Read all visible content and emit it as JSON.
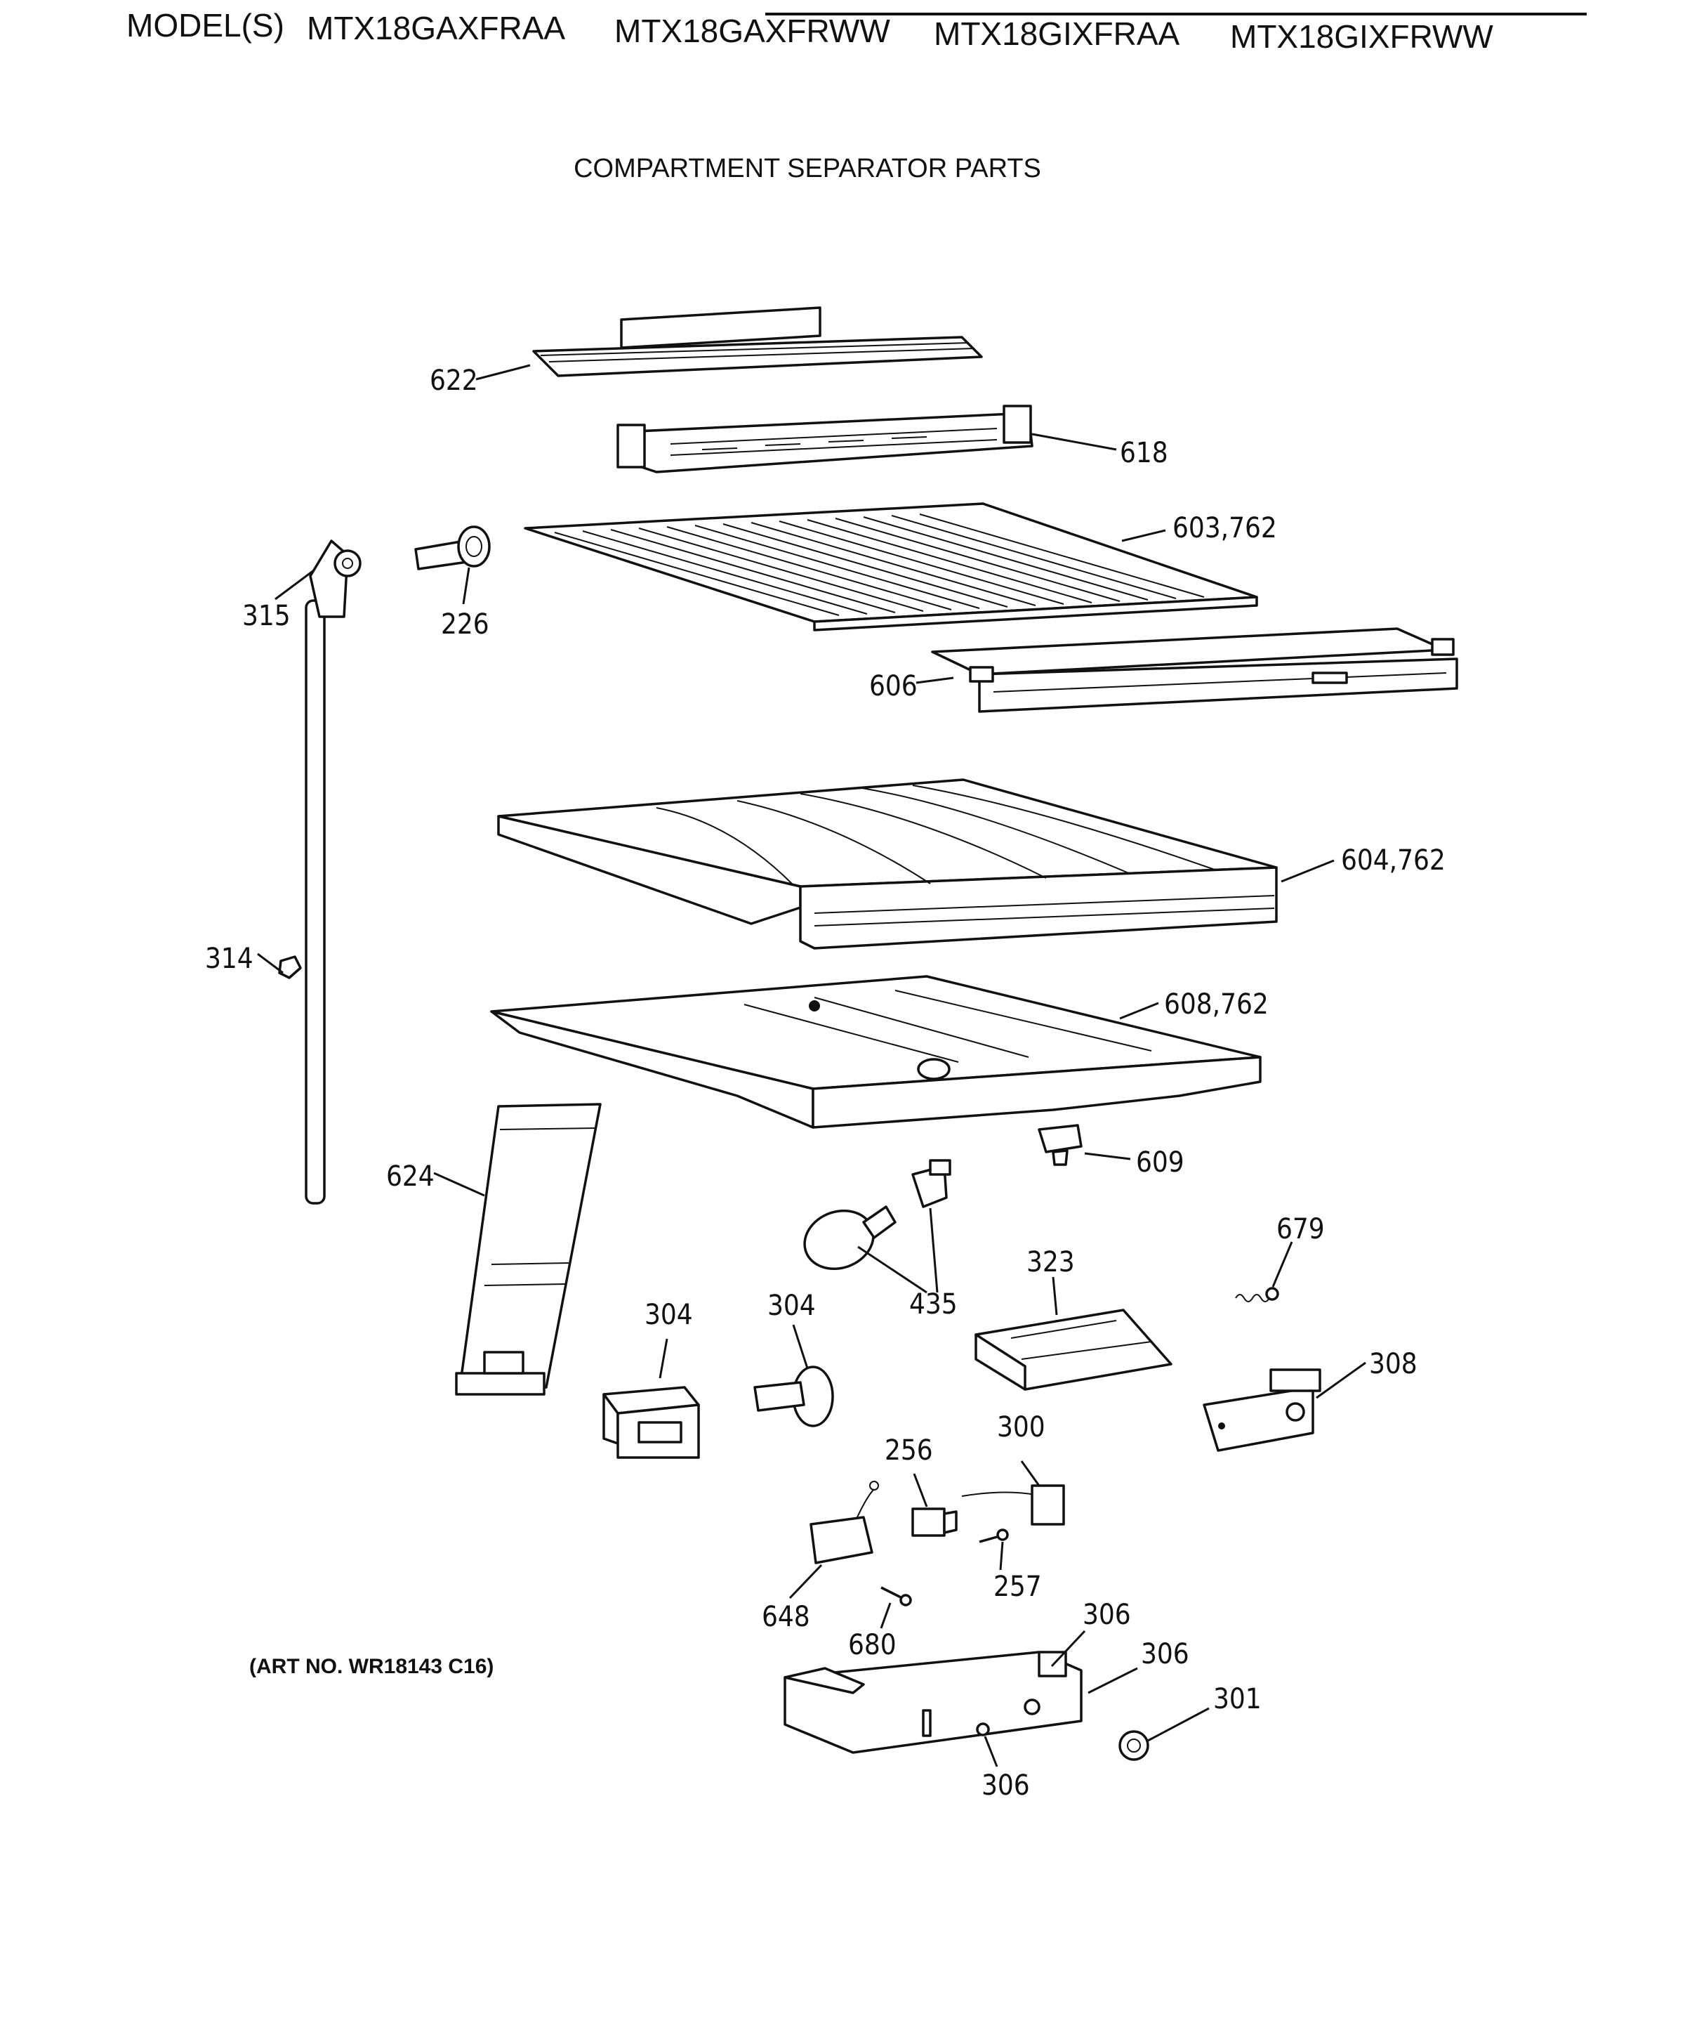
{
  "header": {
    "models_prefix": "MODEL(S)",
    "models": [
      "MTX18GAXFRAA",
      "MTX18GAXFRWW",
      "MTX18GIXFRAA",
      "MTX18GIXFRWW"
    ]
  },
  "title": "COMPARTMENT SEPARATOR PARTS",
  "art_number": "(ART NO. WR18143 C16)",
  "callouts": {
    "c622": "622",
    "c618": "618",
    "c603": "603,762",
    "c315": "315",
    "c226": "226",
    "c606": "606",
    "c604": "604,762",
    "c314": "314",
    "c608": "608,762",
    "c624": "624",
    "c609": "609",
    "c679": "679",
    "c323": "323",
    "c435": "435",
    "c304a": "304",
    "c304b": "304",
    "c308": "308",
    "c300": "300",
    "c256": "256",
    "c257": "257",
    "c648": "648",
    "c680": "680",
    "c306a": "306",
    "c306b": "306",
    "c306c": "306",
    "c301": "301"
  }
}
